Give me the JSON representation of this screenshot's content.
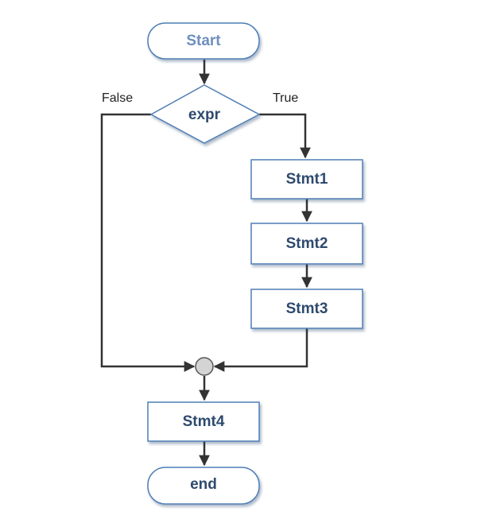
{
  "nodes": {
    "start": "Start",
    "decision": "expr",
    "stmt1": "Stmt1",
    "stmt2": "Stmt2",
    "stmt3": "Stmt3",
    "stmt4": "Stmt4",
    "end": "end"
  },
  "branches": {
    "false_label": "False",
    "true_label": "True"
  }
}
